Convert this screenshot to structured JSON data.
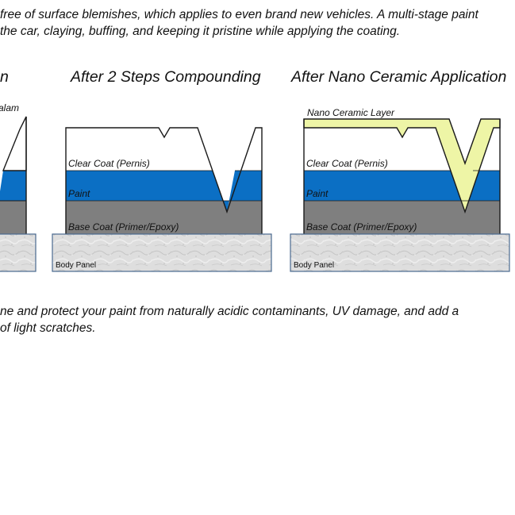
{
  "intro_text": {
    "line1": "free of surface blemishes, which applies to even brand new vehicles. A multi-stage paint",
    "line2": "the car, claying, buffing, and keeping it pristine while applying the coating."
  },
  "outro_text": {
    "line1": "ne and protect your paint from naturally acidic contaminants, UV damage, and add a",
    "line2": "of light scratches."
  },
  "panels": {
    "left": {
      "title": "n",
      "partial_label": "alam",
      "body_label": ""
    },
    "middle": {
      "title": "After 2 Steps Compounding",
      "clear_coat": "Clear Coat (Pernis)",
      "paint": "Paint",
      "base_coat": "Base Coat (Primer/Epoxy)",
      "body_panel": "Body Panel"
    },
    "right": {
      "title": "After Nano Ceramic Application",
      "nano_layer": "Nano Ceramic Layer",
      "clear_coat": "Clear Coat (Pernis)",
      "paint": "Paint",
      "base_coat": "Base Coat (Primer/Epoxy)",
      "body_panel": "Body Panel"
    }
  },
  "colors": {
    "clear_coat": "#ffffff",
    "paint": "#0b6fc4",
    "base_coat": "#7f7f7f",
    "nano_ceramic": "#eef5a6",
    "body_panel": "#dcdcdc",
    "outline": "#1a1a1a",
    "panel_border": "#4a6a90"
  }
}
